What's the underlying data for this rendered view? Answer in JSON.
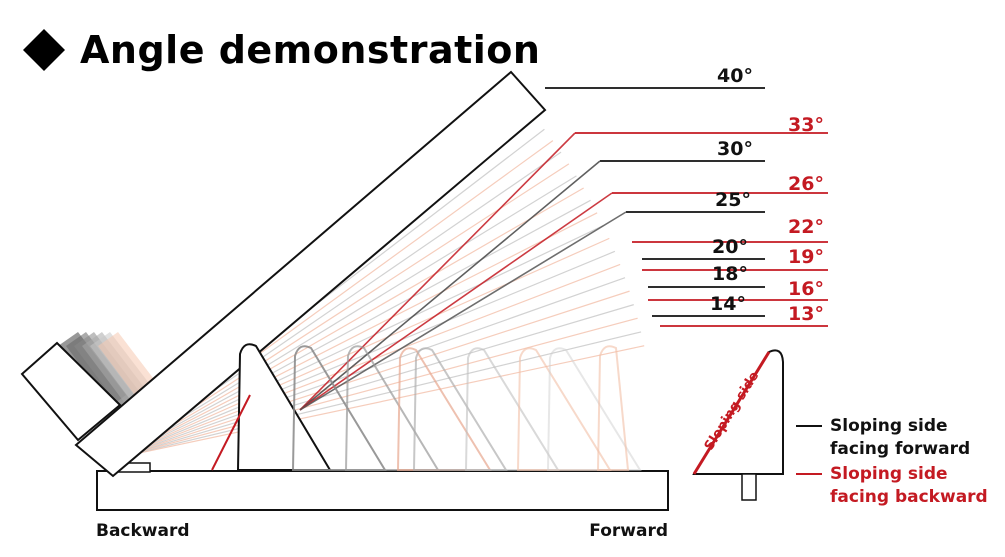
{
  "title": "Angle demonstration",
  "colors": {
    "black": "#111111",
    "red": "#c41a22",
    "faint": "#f2b8a0",
    "gray": "#8a8a8a"
  },
  "angles_black": [
    "40°",
    "30°",
    "25°",
    "20°",
    "18°",
    "14°"
  ],
  "angles_red": [
    "33°",
    "26°",
    "22°",
    "19°",
    "16°",
    "13°"
  ],
  "bottom": {
    "left": "Backward",
    "right": "Forward"
  },
  "wedge_side_label": "Sloping side",
  "legend": {
    "forward_line1": "Sloping side",
    "forward_line2": "facing forward",
    "backward_line1": "Sloping side",
    "backward_line2": "facing backward"
  }
}
